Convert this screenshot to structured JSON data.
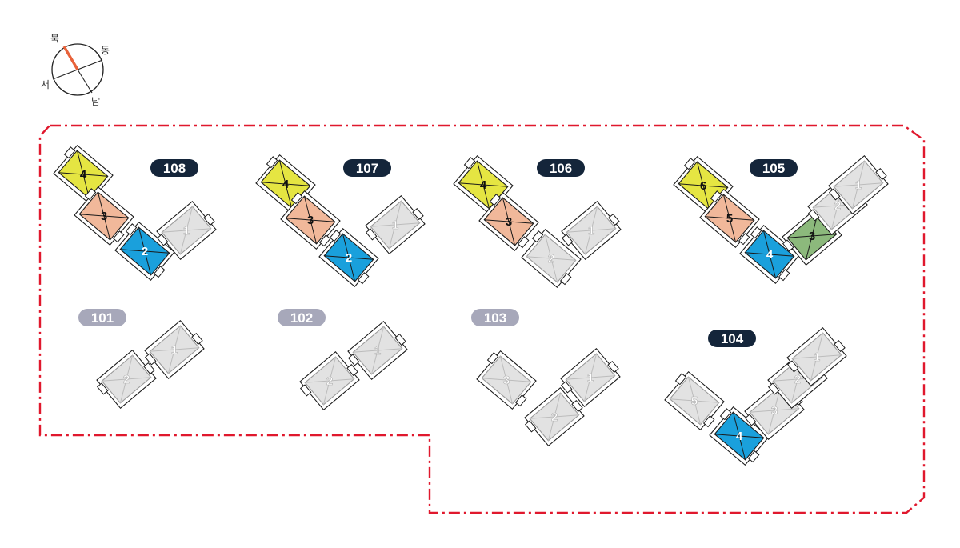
{
  "compass": {
    "north": "북",
    "east": "동",
    "west": "서",
    "south": "남",
    "needle_color": "#e8623a"
  },
  "colors": {
    "boundary": "#e0182d",
    "label_active": "#14253a",
    "label_inactive": "#a7a8ba",
    "unit_gray": "#e2e2e2",
    "unit_yellow": "#e5e542",
    "unit_salmon": "#f1b89a",
    "unit_blue": "#1aa0dc",
    "unit_green": "#8cb97c"
  },
  "buildings": [
    {
      "label": "108",
      "active": true,
      "units": [
        {
          "num": "4",
          "color": "yellow"
        },
        {
          "num": "3",
          "color": "salmon"
        },
        {
          "num": "2",
          "color": "blue"
        },
        {
          "num": "1",
          "color": "gray"
        }
      ]
    },
    {
      "label": "107",
      "active": true,
      "units": [
        {
          "num": "4",
          "color": "yellow"
        },
        {
          "num": "3",
          "color": "salmon"
        },
        {
          "num": "2",
          "color": "blue"
        },
        {
          "num": "1",
          "color": "gray"
        }
      ]
    },
    {
      "label": "106",
      "active": true,
      "units": [
        {
          "num": "4",
          "color": "yellow"
        },
        {
          "num": "3",
          "color": "salmon"
        },
        {
          "num": "2",
          "color": "gray"
        },
        {
          "num": "1",
          "color": "gray"
        }
      ]
    },
    {
      "label": "105",
      "active": true,
      "units": [
        {
          "num": "6",
          "color": "yellow"
        },
        {
          "num": "5",
          "color": "salmon"
        },
        {
          "num": "4",
          "color": "blue"
        },
        {
          "num": "3",
          "color": "green"
        },
        {
          "num": "2",
          "color": "gray"
        },
        {
          "num": "1",
          "color": "gray"
        }
      ]
    },
    {
      "label": "101",
      "active": false,
      "units": [
        {
          "num": "2",
          "color": "gray"
        },
        {
          "num": "1",
          "color": "gray"
        }
      ]
    },
    {
      "label": "102",
      "active": false,
      "units": [
        {
          "num": "2",
          "color": "gray"
        },
        {
          "num": "1",
          "color": "gray"
        }
      ]
    },
    {
      "label": "103",
      "active": false,
      "units": [
        {
          "num": "3",
          "color": "gray"
        },
        {
          "num": "2",
          "color": "gray"
        },
        {
          "num": "1",
          "color": "gray"
        }
      ]
    },
    {
      "label": "104",
      "active": true,
      "units": [
        {
          "num": "5",
          "color": "gray"
        },
        {
          "num": "4",
          "color": "blue"
        },
        {
          "num": "3",
          "color": "gray"
        },
        {
          "num": "2",
          "color": "gray"
        },
        {
          "num": "1",
          "color": "gray"
        }
      ]
    }
  ]
}
